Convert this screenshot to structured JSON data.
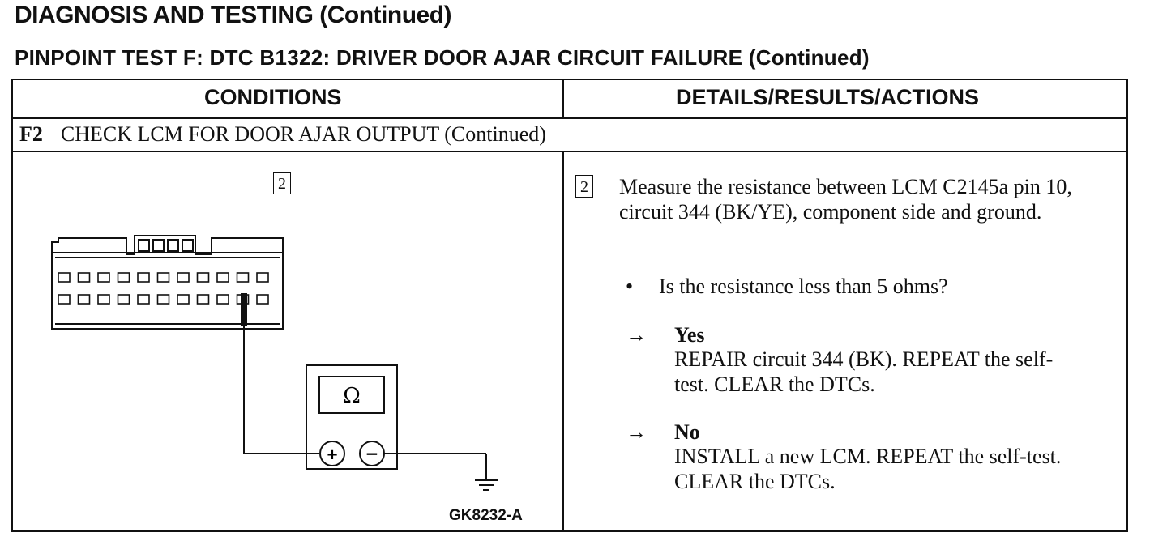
{
  "header": {
    "title": "DIAGNOSIS AND TESTING (Continued)",
    "subtitle": "PINPOINT TEST F:  DTC B1322:  DRIVER DOOR AJAR CIRCUIT FAILURE (Continued)"
  },
  "table": {
    "col_conditions": "CONDITIONS",
    "col_details": "DETAILS/RESULTS/ACTIONS",
    "step_id": "F2",
    "step_title": "CHECK LCM FOR DOOR AJAR OUTPUT (Continued)"
  },
  "figure": {
    "step_marker": "2",
    "meter_symbol": "Ω",
    "plus_symbol": "+",
    "minus_symbol": "−",
    "figure_id": "GK8232-A"
  },
  "details": {
    "step_marker": "2",
    "instruction": "Measure the resistance between LCM C2145a pin 10, circuit 344 (BK/YE), component side and ground.",
    "bullet": "•",
    "question": "Is the resistance less than 5 ohms?",
    "arrow": "→",
    "yes_label": "Yes",
    "yes_action": "REPAIR circuit 344 (BK). REPEAT the self-test. CLEAR the DTCs.",
    "no_label": "No",
    "no_action": "INSTALL a new LCM. REPEAT the self-test. CLEAR the DTCs."
  }
}
